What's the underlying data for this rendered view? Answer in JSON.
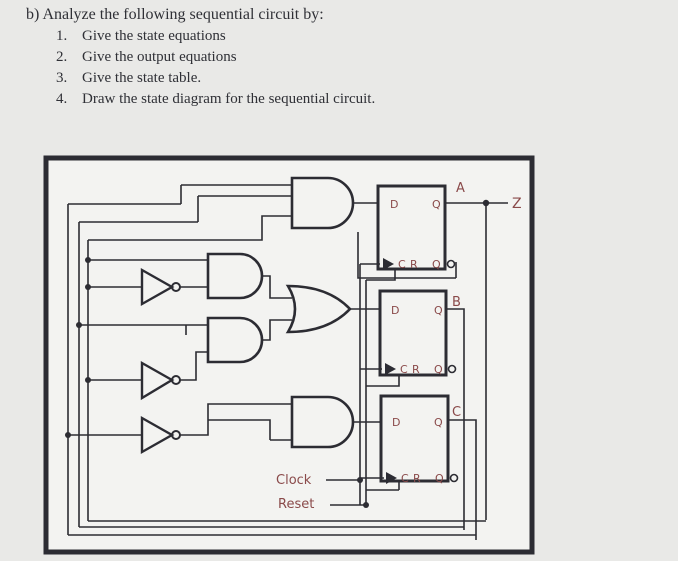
{
  "question": {
    "heading": "b) Analyze the following sequential circuit by:",
    "items": [
      {
        "num": "1.",
        "text": "Give the state equations"
      },
      {
        "num": "2.",
        "text": "Give the output equations"
      },
      {
        "num": "3.",
        "text": "Give the state table."
      },
      {
        "num": "4.",
        "text": "Draw the state diagram for the sequential circuit."
      }
    ]
  },
  "circuit": {
    "flipflops": [
      {
        "name": "A",
        "d_label": "D",
        "q_label": "Q",
        "clk_label": "C",
        "reset_label": "R",
        "qbar_label": "Q"
      },
      {
        "name": "B",
        "d_label": "D",
        "q_label": "Q",
        "clk_label": "C",
        "reset_label": "R",
        "qbar_label": "Q"
      },
      {
        "name": "C",
        "d_label": "D",
        "q_label": "Q",
        "clk_label": "C",
        "reset_label": "R",
        "qbar_label": "Q"
      }
    ],
    "output_label": "Z",
    "clock_label": "Clock",
    "reset_label": "Reset",
    "ink_color": "#2c2c33",
    "label_color": "#8a4a4a"
  }
}
